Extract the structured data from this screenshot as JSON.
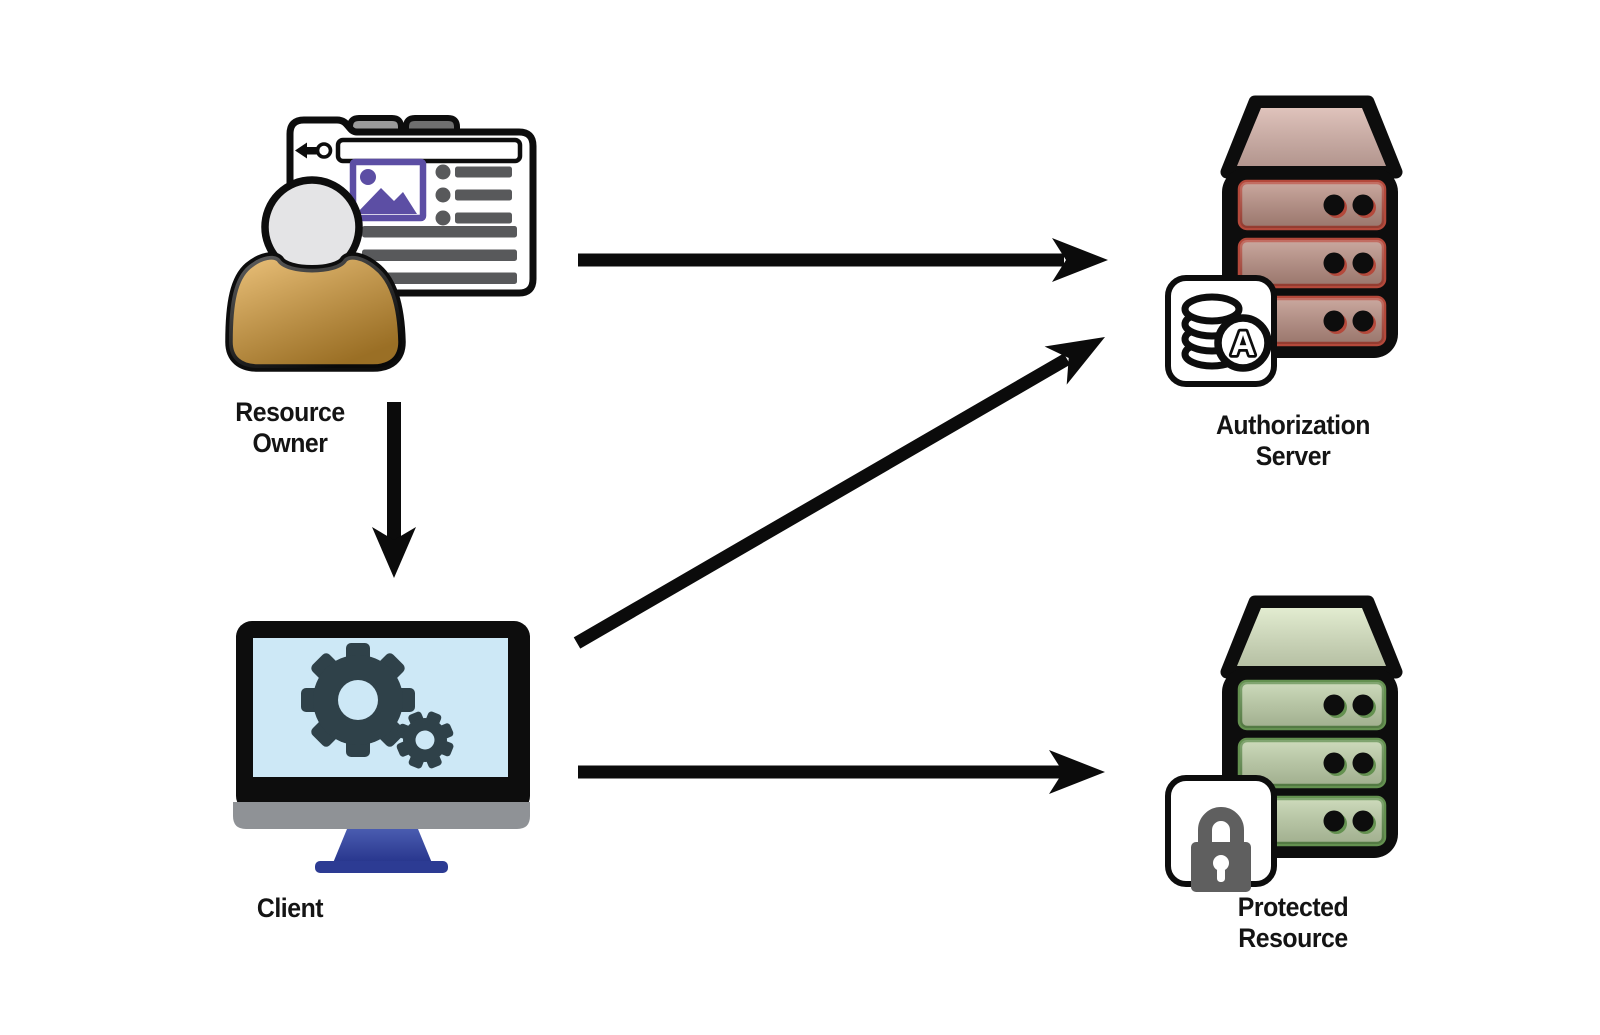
{
  "diagram": {
    "title": "",
    "background": "#ffffff",
    "nodes": {
      "resource_owner": {
        "label_lines": [
          "Resource",
          "Owner"
        ],
        "icon": "user-with-browser-icon"
      },
      "client": {
        "label_lines": [
          "Client"
        ],
        "icon": "computer-with-gears-icon"
      },
      "authorization_server": {
        "label_lines": [
          "Authorization",
          "Server"
        ],
        "icon": "server-stack-icon",
        "badge_icon": "database-icon",
        "badge_letter": "A"
      },
      "protected_resource": {
        "label_lines": [
          "Protected",
          "Resource"
        ],
        "icon": "server-stack-icon",
        "badge_icon": "lock-icon"
      }
    },
    "edges": [
      {
        "from": "resource_owner",
        "to": "authorization_server",
        "style": "solid-arrow"
      },
      {
        "from": "resource_owner",
        "to": "client",
        "style": "solid-arrow"
      },
      {
        "from": "client",
        "to": "authorization_server",
        "style": "solid-arrow"
      },
      {
        "from": "client",
        "to": "protected_resource",
        "style": "solid-arrow"
      }
    ],
    "colors": {
      "arrow": "#0b0b0b",
      "ink": "#0d0d0d",
      "label": "#141414",
      "person_head": "#e4e4e6",
      "person_body": "#e3a336",
      "browser_purple": "#5c4ea4",
      "browser_gray": "#58595b",
      "tab_light": "#9b9b9b",
      "tab_dark": "#6f6f6f",
      "screen_blue": "#cde8f6",
      "gear_slate": "#2f4149",
      "monitor_chin": "#8f9296",
      "stand_blue": "#2c3b93",
      "auth_top": "#d8b5ac",
      "auth_fill": "#bd9286",
      "auth_border": "#b4493b",
      "res_top": "#dce8c6",
      "res_fill": "#c2d3ac",
      "res_border": "#649150",
      "lock_gray": "#5f5f5f"
    }
  }
}
